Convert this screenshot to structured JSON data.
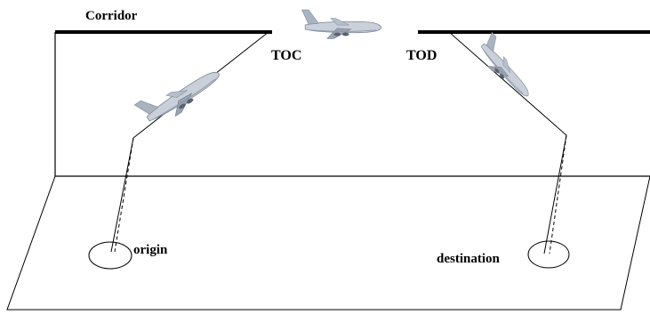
{
  "labels": {
    "corridor": "Corridor",
    "toc": "TOC",
    "tod": "TOD",
    "origin": "origin",
    "destination": "destination"
  },
  "colors": {
    "line": "#000000",
    "aircraft_body": "#c9d0da",
    "aircraft_shadow": "#7d8796",
    "aircraft_tail": "#aab3c0"
  },
  "icons": {
    "aircraft": "airliner-icon"
  }
}
